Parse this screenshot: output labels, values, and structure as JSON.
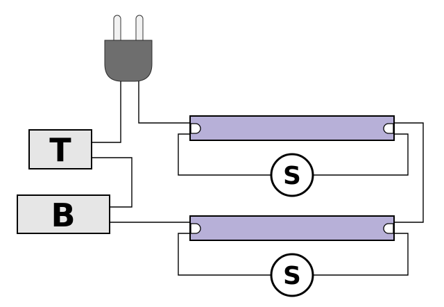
{
  "components": {
    "transformer": {
      "label": "T"
    },
    "ballast": {
      "label": "B"
    },
    "starter_top": {
      "label": "S"
    },
    "starter_bottom": {
      "label": "S"
    }
  },
  "colors": {
    "tube_fill": "#b7b0d8",
    "box_fill": "#e6e6e6",
    "plug_fill": "#6e6e6e"
  }
}
